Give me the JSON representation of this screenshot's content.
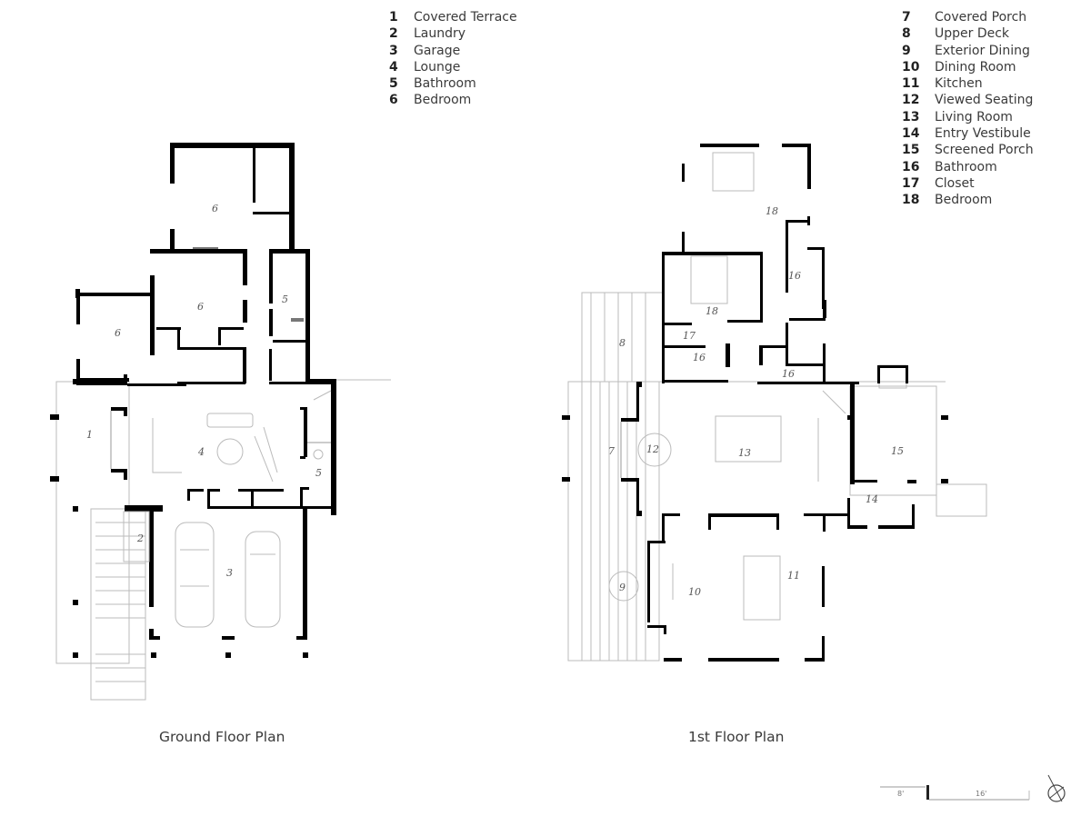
{
  "legend": {
    "ground": [
      {
        "num": "1",
        "label": "Covered Terrace"
      },
      {
        "num": "2",
        "label": "Laundry"
      },
      {
        "num": "3",
        "label": "Garage"
      },
      {
        "num": "4",
        "label": "Lounge"
      },
      {
        "num": "5",
        "label": "Bathroom"
      },
      {
        "num": "6",
        "label": "Bedroom"
      }
    ],
    "first": [
      {
        "num": "7",
        "label": "Covered Porch"
      },
      {
        "num": "8",
        "label": "Upper Deck"
      },
      {
        "num": "9",
        "label": "Exterior Dining"
      },
      {
        "num": "10",
        "label": "Dining Room"
      },
      {
        "num": "11",
        "label": "Kitchen"
      },
      {
        "num": "12",
        "label": "Viewed Seating"
      },
      {
        "num": "13",
        "label": "Living Room"
      },
      {
        "num": "14",
        "label": "Entry Vestibule"
      },
      {
        "num": "15",
        "label": "Screened Porch"
      },
      {
        "num": "16",
        "label": "Bathroom"
      },
      {
        "num": "17",
        "label": "Closet"
      },
      {
        "num": "18",
        "label": "Bedroom"
      }
    ]
  },
  "plans": {
    "ground": {
      "title": "Ground Floor Plan",
      "room_tags": {
        "r1": "1",
        "r2": "2",
        "r3": "3",
        "r4": "4",
        "r5a": "5",
        "r5b": "5",
        "r6a": "6",
        "r6b": "6",
        "r6c": "6"
      }
    },
    "first": {
      "title": "1st Floor Plan",
      "room_tags": {
        "r7": "7",
        "r8": "8",
        "r9": "9",
        "r10": "10",
        "r11": "11",
        "r12": "12",
        "r13": "13",
        "r14": "14",
        "r15": "15",
        "r16a": "16",
        "r16b": "16",
        "r16c": "16",
        "r17": "17",
        "r18a": "18",
        "r18b": "18"
      }
    }
  },
  "scale_bar": {
    "label_a": "8'",
    "label_b": "16'"
  },
  "north_arrow": "north-arrow"
}
